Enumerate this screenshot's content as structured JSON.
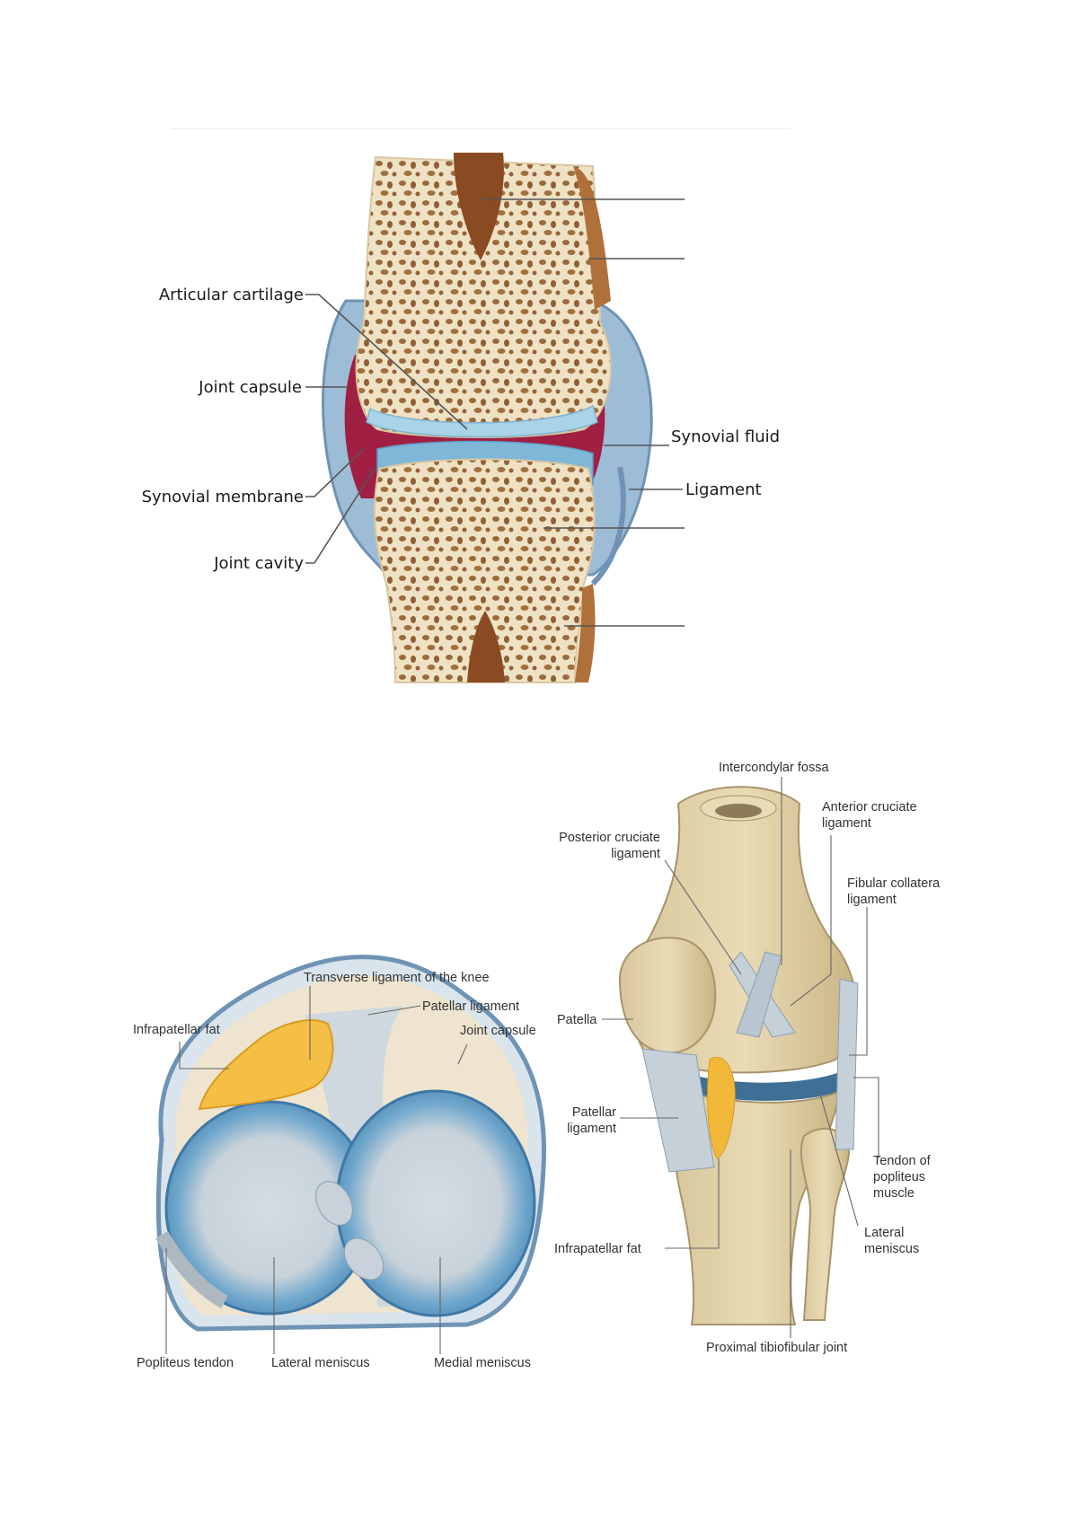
{
  "synovial_joint": {
    "labels": {
      "articular_cartilage": "Articular cartilage",
      "joint_capsule": "Joint capsule",
      "synovial_membrane": "Synovial membrane",
      "joint_cavity": "Joint cavity",
      "synovial_fluid": "Synovial fluid",
      "ligament": "Ligament"
    },
    "colors": {
      "bone": "#efe2c4",
      "marrow": "#8a4a22",
      "cartilage": "#a9d3e6",
      "capsule": "#8fb6d4",
      "cavity": "#9c1f3e"
    }
  },
  "knee_superior": {
    "labels": {
      "transverse_ligament": "Transverse ligament of the knee",
      "patellar_ligament": "Patellar ligament",
      "infrapatellar_fat": "Infrapatellar fat",
      "joint_capsule": "Joint capsule",
      "popliteus_tendon": "Popliteus tendon",
      "lateral_meniscus": "Lateral meniscus",
      "medial_meniscus": "Medial meniscus"
    },
    "colors": {
      "meniscus": "#5f9cc6",
      "fat": "#f5bf45",
      "capsule": "#d9e4ec"
    }
  },
  "knee_anterior": {
    "labels": {
      "intercondylar_fossa": "Intercondylar fossa",
      "anterior_cruciate": "Anterior cruciate",
      "anterior_cruciate_2": "ligament",
      "posterior_cruciate": "Posterior cruciate",
      "posterior_cruciate_2": "ligament",
      "fibular_collateral": "Fibular collatera",
      "fibular_collateral_2": "ligament",
      "patella": "Patella",
      "patellar_ligament": "Patellar",
      "patellar_ligament_2": "ligament",
      "tendon_popliteus": "Tendon of",
      "tendon_popliteus_2": "popliteus",
      "tendon_popliteus_3": "muscle",
      "lateral_meniscus": "Lateral",
      "lateral_meniscus_2": "meniscus",
      "infrapatellar_fat": "Infrapatellar fat",
      "proximal_tibiofibular": "Proximal tibiofibular joint"
    },
    "colors": {
      "bone": "#d9c9a0",
      "fat": "#f2b83a",
      "meniscus": "#3f6f95"
    }
  }
}
